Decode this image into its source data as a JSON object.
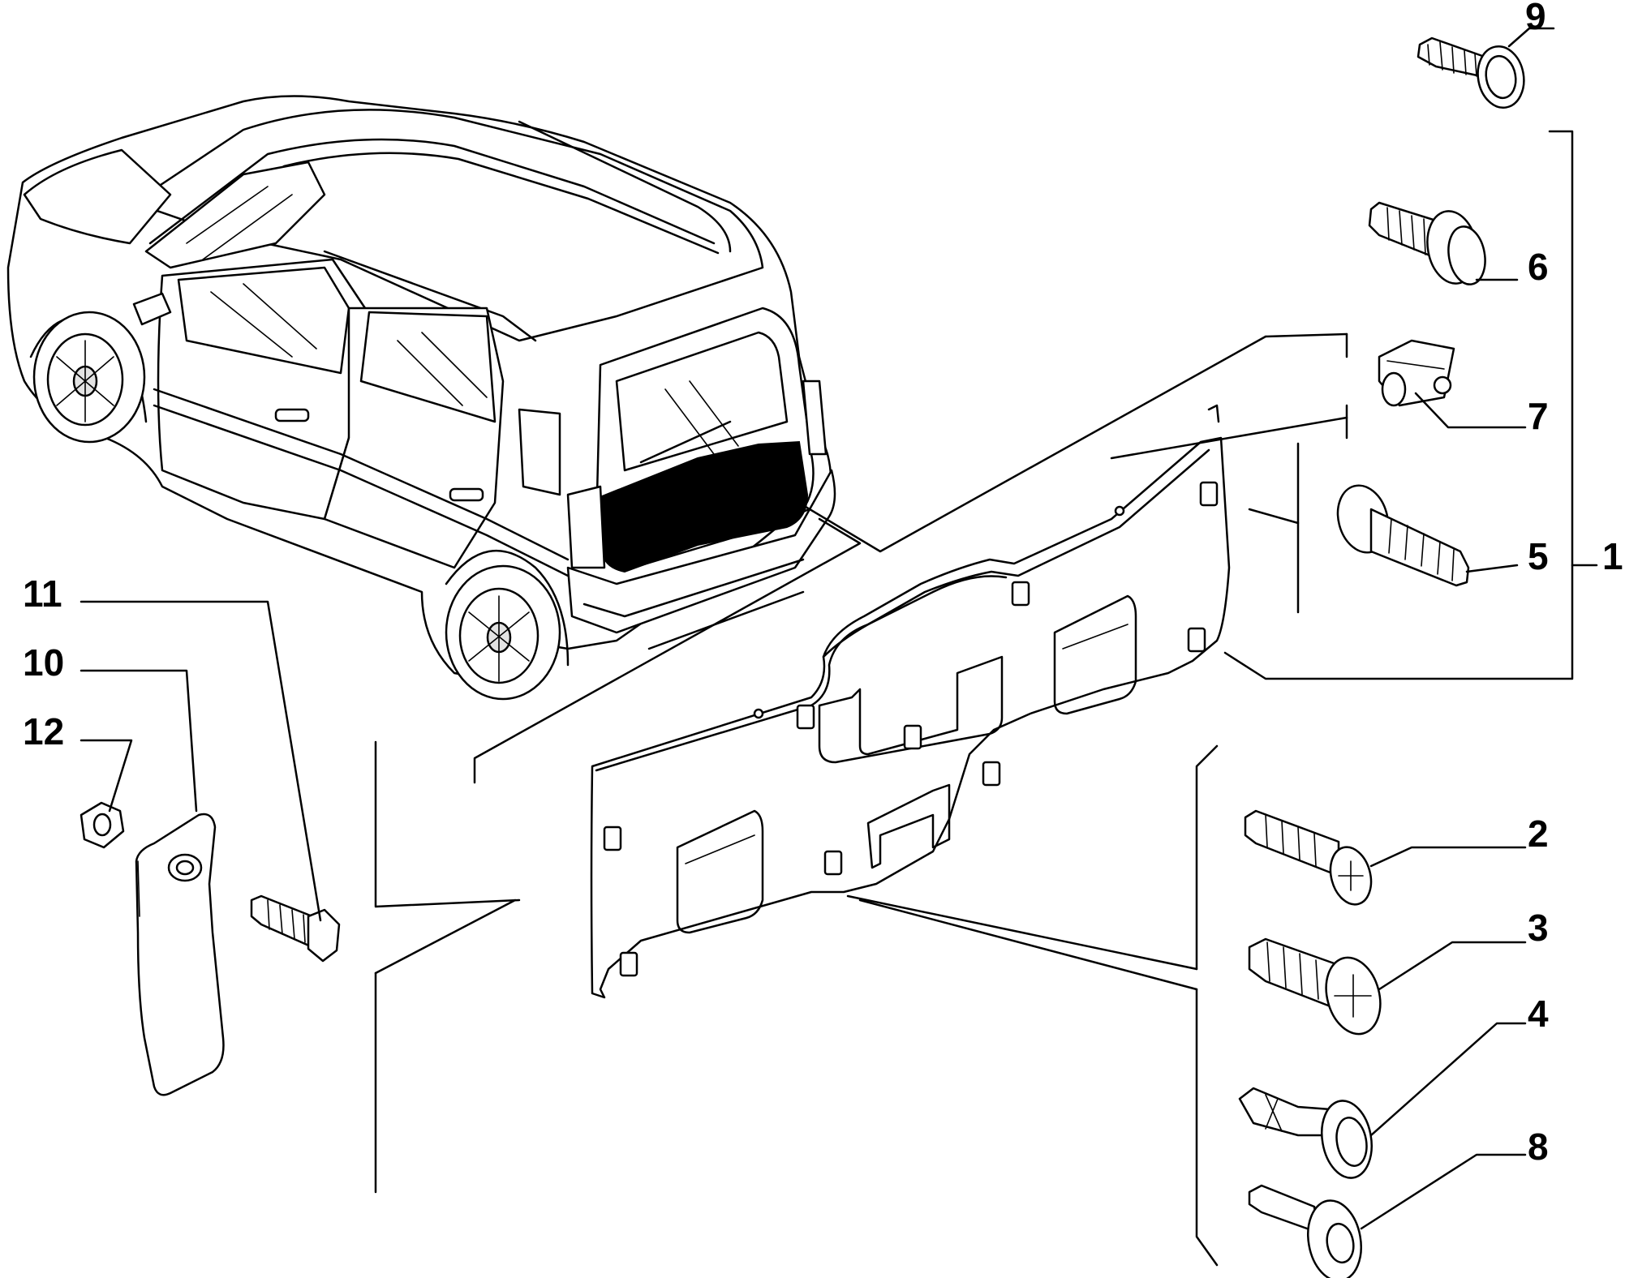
{
  "callouts": [
    "1",
    "2",
    "3",
    "4",
    "5",
    "6",
    "7",
    "8",
    "9",
    "10",
    "11",
    "12"
  ],
  "palette": {
    "line": "#000000",
    "fill": "#ffffff",
    "shade": "#e3e3e3"
  }
}
